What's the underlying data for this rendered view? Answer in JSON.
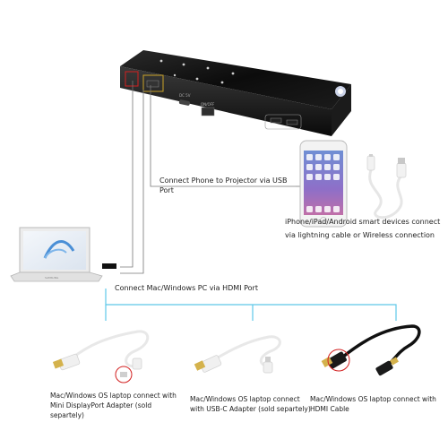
{
  "labels": {
    "usb_connection": "Connect Phone to Projector via USB Port",
    "hdmi_connection": "Connect Mac/Windows PC  via HDMI Port",
    "phone_caption_line1": "iPhone/iPad/Android smart devices connect",
    "phone_caption_line2": "via lightning cable or Wireless connection"
  },
  "adapters": [
    {
      "line1": "Mac/Windows OS laptop connect with",
      "line2": "Mini DisplayPort Adapter (sold separtely)"
    },
    {
      "line1": "Mac/Windows OS laptop connect",
      "line2": "with USB-C Adapter (sold separtely)"
    },
    {
      "line1": "Mac/Windows OS laptop connect with",
      "line2": "HDMI Cable"
    }
  ],
  "device_markings": {
    "on_off": "ON/OFF",
    "dc": "DC 5V",
    "laptop_brand": "SAMSUNG"
  },
  "colors": {
    "connector_line": "#5ec8e8",
    "callout_line": "#777777",
    "projector_body": "#141414",
    "highlight_red": "#d21f1f",
    "highlight_gold": "#c9a227"
  }
}
